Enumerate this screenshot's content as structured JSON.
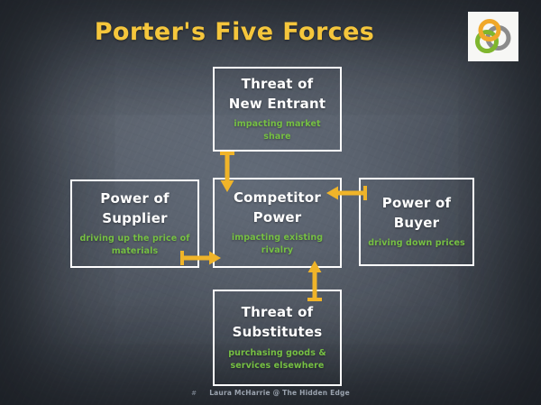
{
  "slide": {
    "title": "Porter's Five Forces",
    "title_color": "#f5c63c",
    "background_color": "#545b67",
    "accent_arrow_color": "#f0b429",
    "sub_text_color": "#76c043",
    "heading_text_color": "#ffffff"
  },
  "logo": {
    "name": "interlocking-rings-logo",
    "ring_colors": [
      "#f0a82a",
      "#7fb62e",
      "#8b8b8b"
    ],
    "background": "#f7f7f5"
  },
  "boxes": {
    "top": {
      "heading_line1": "Threat of",
      "heading_line2": "New Entrant",
      "sub": "impacting market share"
    },
    "left": {
      "heading_line1": "Power of",
      "heading_line2": "Supplier",
      "sub_line1": "driving up the price of",
      "sub_line2": "materials"
    },
    "center": {
      "heading_line1": "Competitor",
      "heading_line2": "Power",
      "sub_line1": "impacting existing",
      "sub_line2": "rivalry"
    },
    "right": {
      "heading_line1": "Power of",
      "heading_line2": "Buyer",
      "sub": "driving down prices"
    },
    "bottom": {
      "heading_line1": "Threat of",
      "heading_line2": "Substitutes",
      "sub_line1": "purchasing goods &",
      "sub_line2": "services elsewhere"
    }
  },
  "arrows": [
    {
      "name": "arrow-top-to-center",
      "direction": "down",
      "from": "Threat of New Entrant",
      "to": "Competitor Power"
    },
    {
      "name": "arrow-left-to-center",
      "direction": "right",
      "from": "Power of Supplier",
      "to": "Competitor Power"
    },
    {
      "name": "arrow-right-to-center",
      "direction": "left",
      "from": "Power of Buyer",
      "to": "Competitor Power"
    },
    {
      "name": "arrow-bottom-to-center",
      "direction": "up",
      "from": "Threat of Substitutes",
      "to": "Competitor Power"
    }
  ],
  "footer": {
    "mark": "#",
    "credit": "Laura McHarrie @ The Hidden Edge"
  }
}
